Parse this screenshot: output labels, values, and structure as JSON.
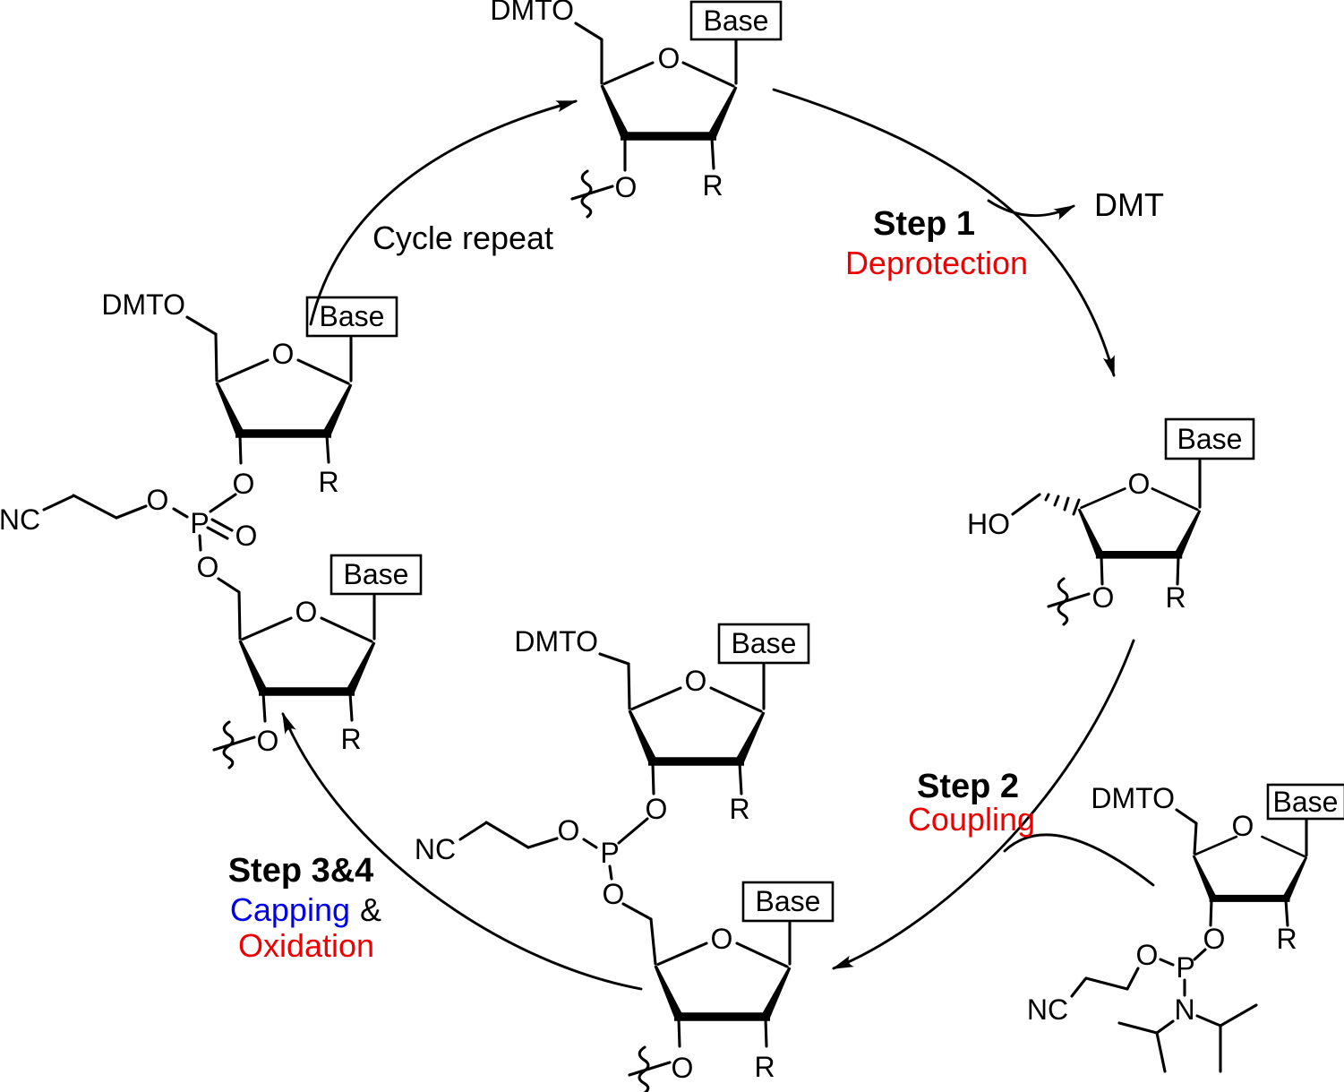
{
  "labels": {
    "dmto": "DMTO",
    "ho": "HO",
    "base": "Base",
    "oxygen": "O",
    "r_group": "R",
    "phosphorus": "P",
    "nitrogen": "N",
    "cyano": "NC"
  },
  "annotations": {
    "cycle_repeat": "Cycle repeat",
    "dmt_leaving_group": "DMT",
    "step1": {
      "title": "Step 1",
      "name": "Deprotection"
    },
    "step2": {
      "title": "Step 2",
      "name": "Coupling"
    },
    "step34": {
      "title": "Step 3&4",
      "capping": "Capping",
      "ampersand": "&",
      "oxidation": "Oxidation"
    }
  },
  "colors": {
    "bond_black": "#000000",
    "step_name_red": "#ee0000",
    "capping_blue": "#0000ee",
    "background": "#ffffff"
  }
}
